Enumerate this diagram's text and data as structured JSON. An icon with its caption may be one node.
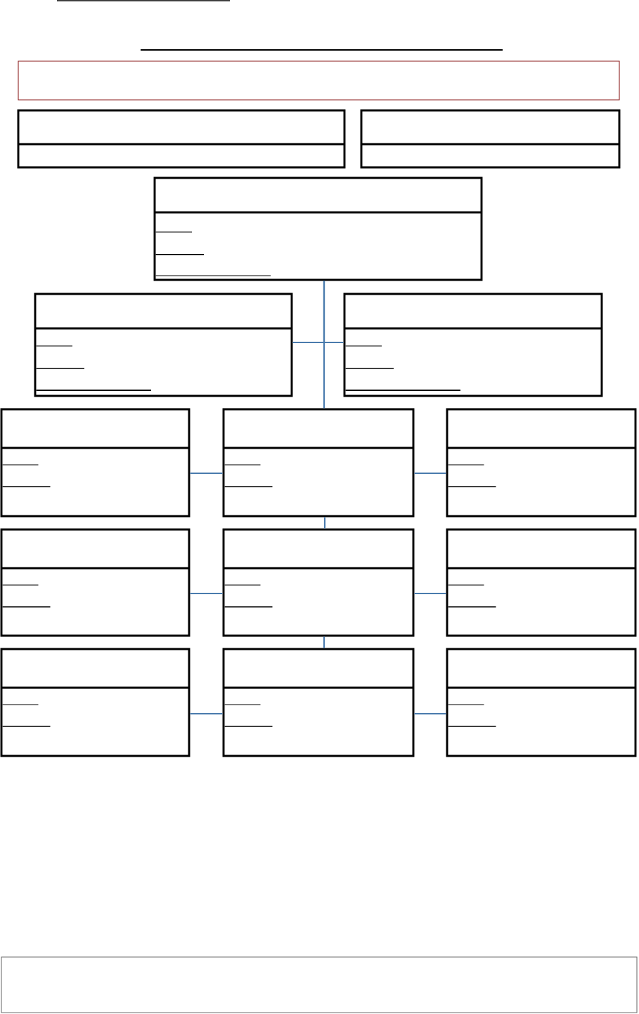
{
  "diagram": {
    "nodes": [
      {
        "text": [],
        "shape": "box"
      },
      {
        "text": [],
        "shape": "box"
      },
      {
        "text": [],
        "shape": "box"
      },
      {
        "text": [],
        "shape": "box"
      },
      {
        "text": [],
        "shape": "box"
      },
      {
        "text": [],
        "shape": "box"
      },
      {
        "text": [],
        "shape": "box"
      },
      {
        "text": [],
        "shape": "box"
      },
      {
        "text": [],
        "shape": "box"
      },
      {
        "text": [],
        "shape": "box"
      },
      {
        "text": [],
        "shape": "box"
      },
      {
        "text": [],
        "shape": "box"
      },
      {
        "text": [],
        "shape": "box"
      },
      {
        "text": [],
        "shape": "box"
      },
      {
        "text": [],
        "shape": "box"
      },
      {
        "text": [],
        "shape": "box"
      }
    ],
    "edges": [
      {
        "from": 3,
        "to": 4,
        "arrow": "none"
      },
      {
        "from": 3,
        "to": 5,
        "arrow": "none"
      },
      {
        "from": 3,
        "to": 7,
        "arrow": "none"
      },
      {
        "from": 7,
        "to": 6,
        "arrow": "none"
      },
      {
        "from": 7,
        "to": 8,
        "arrow": "none"
      },
      {
        "from": 7,
        "to": 10,
        "arrow": "none"
      },
      {
        "from": 10,
        "to": 9,
        "arrow": "none"
      },
      {
        "from": 10,
        "to": 11,
        "arrow": "none"
      },
      {
        "from": 10,
        "to": 13,
        "arrow": "none"
      },
      {
        "from": 13,
        "to": 12,
        "arrow": "none"
      },
      {
        "from": 13,
        "to": 14,
        "arrow": "none"
      }
    ]
  }
}
